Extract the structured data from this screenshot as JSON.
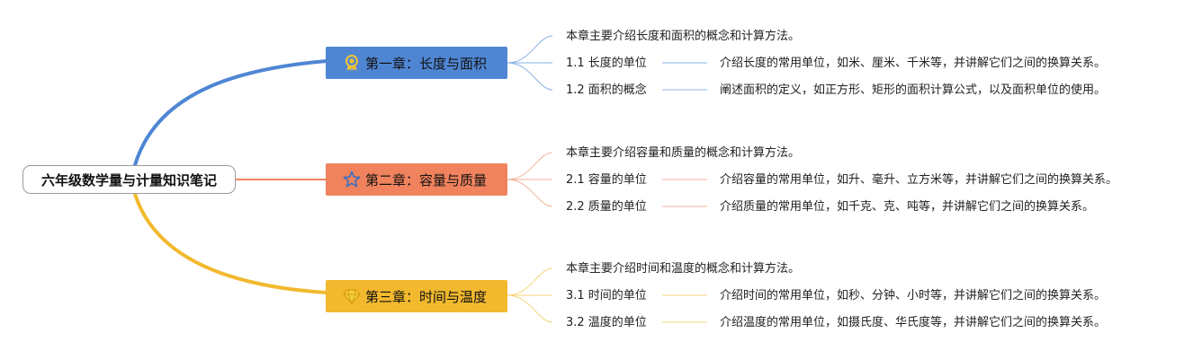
{
  "root": {
    "title": "六年级数学量与计量知识笔记"
  },
  "colors": {
    "blue": "#4f86d4",
    "orange": "#f0835e",
    "yellow": "#f2b92e"
  },
  "chapters": [
    {
      "title": "第一章：长度与面积",
      "icon": "award-medal-icon",
      "intro": "本章主要介绍长度和面积的概念和计算方法。",
      "sections": [
        {
          "label": "1.1 长度的单位",
          "detail": "介绍长度的常用单位，如米、厘米、千米等，并讲解它们之间的换算关系。"
        },
        {
          "label": "1.2 面积的概念",
          "detail": "阐述面积的定义，如正方形、矩形的面积计算公式，以及面积单位的使用。"
        }
      ]
    },
    {
      "title": "第二章：容量与质量",
      "icon": "star-icon",
      "intro": "本章主要介绍容量和质量的概念和计算方法。",
      "sections": [
        {
          "label": "2.1 容量的单位",
          "detail": "介绍容量的常用单位，如升、毫升、立方米等，并讲解它们之间的换算关系。"
        },
        {
          "label": "2.2 质量的单位",
          "detail": "介绍质量的常用单位，如千克、克、吨等，并讲解它们之间的换算关系。"
        }
      ]
    },
    {
      "title": "第三章：时间与温度",
      "icon": "diamond-icon",
      "intro": "本章主要介绍时间和温度的概念和计算方法。",
      "sections": [
        {
          "label": "3.1 时间的单位",
          "detail": "介绍时间的常用单位，如秒、分钟、小时等，并讲解它们之间的换算关系。"
        },
        {
          "label": "3.2 温度的单位",
          "detail": "介绍温度的常用单位，如摄氏度、华氏度等，并讲解它们之间的换算关系。"
        }
      ]
    }
  ]
}
